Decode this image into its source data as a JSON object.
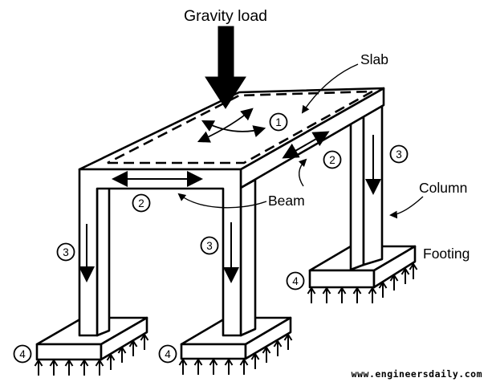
{
  "title": {
    "text": "Gravity load"
  },
  "labels": {
    "slab": "Slab",
    "beam": "Beam",
    "column": "Column",
    "footing": "Footing"
  },
  "steps": {
    "slab": "1",
    "beam": "2",
    "column": "3",
    "footing": "4"
  },
  "watermark": {
    "text": "www.engineersdaily.com",
    "color": "#7a7a7a"
  },
  "colors": {
    "ink": "#000000",
    "background": "#ffffff"
  }
}
